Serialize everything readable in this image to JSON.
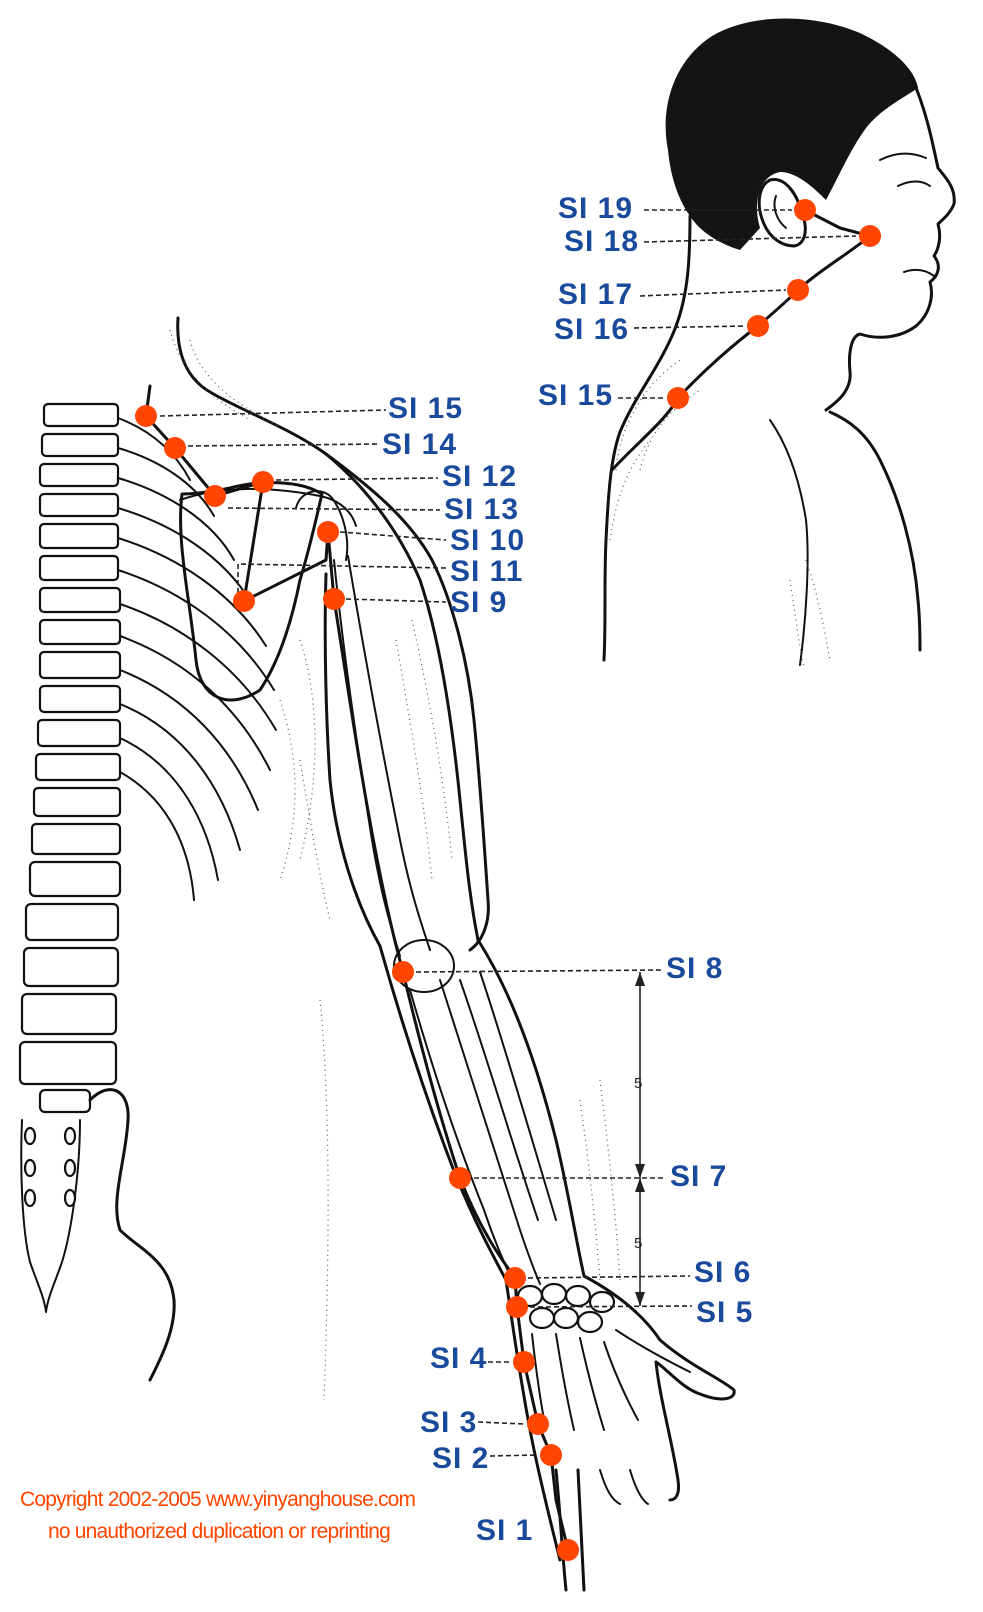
{
  "accent_color": "#ff4500",
  "label_color": "#1a4a9c",
  "points": {
    "si1": "SI 1",
    "si2": "SI 2",
    "si3": "SI 3",
    "si4": "SI 4",
    "si5": "SI 5",
    "si6": "SI 6",
    "si7": "SI 7",
    "si8": "SI 8",
    "si9": "SI 9",
    "si10": "SI 10",
    "si11": "SI 11",
    "si12": "SI 12",
    "si13": "SI 13",
    "si14": "SI 14",
    "si15": "SI 15",
    "si15_head": "SI 15",
    "si16": "SI 16",
    "si17": "SI 17",
    "si18": "SI 18",
    "si19": "SI 19"
  },
  "measurements": {
    "upper": "5",
    "lower": "5"
  },
  "copyright": {
    "line1": "Copyright 2002-2005 www.yinyanghouse.com",
    "line2": "no unauthorized duplication or reprinting"
  }
}
